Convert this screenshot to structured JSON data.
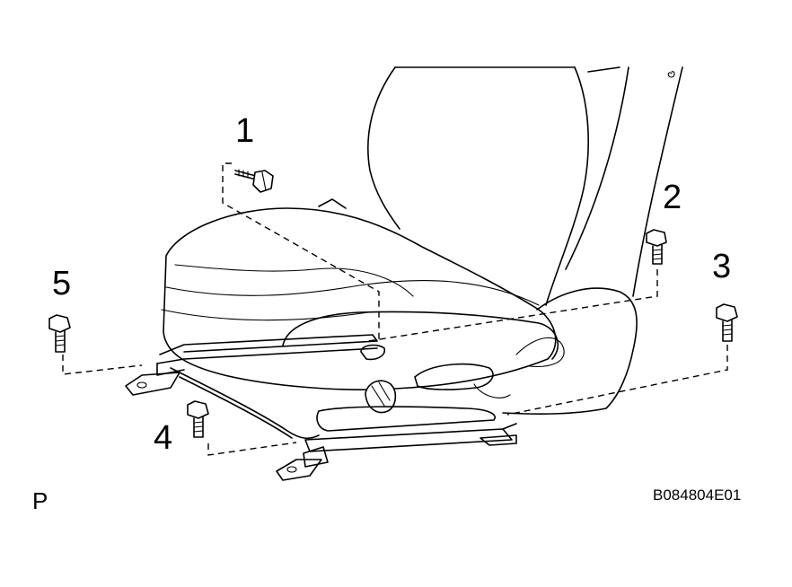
{
  "diagram": {
    "bolt_labels": [
      "1",
      "2",
      "3",
      "4",
      "5"
    ],
    "view_marker": "P",
    "figure_code": "B084804E01",
    "stroke_color": "#000000",
    "background_color": "#ffffff"
  }
}
